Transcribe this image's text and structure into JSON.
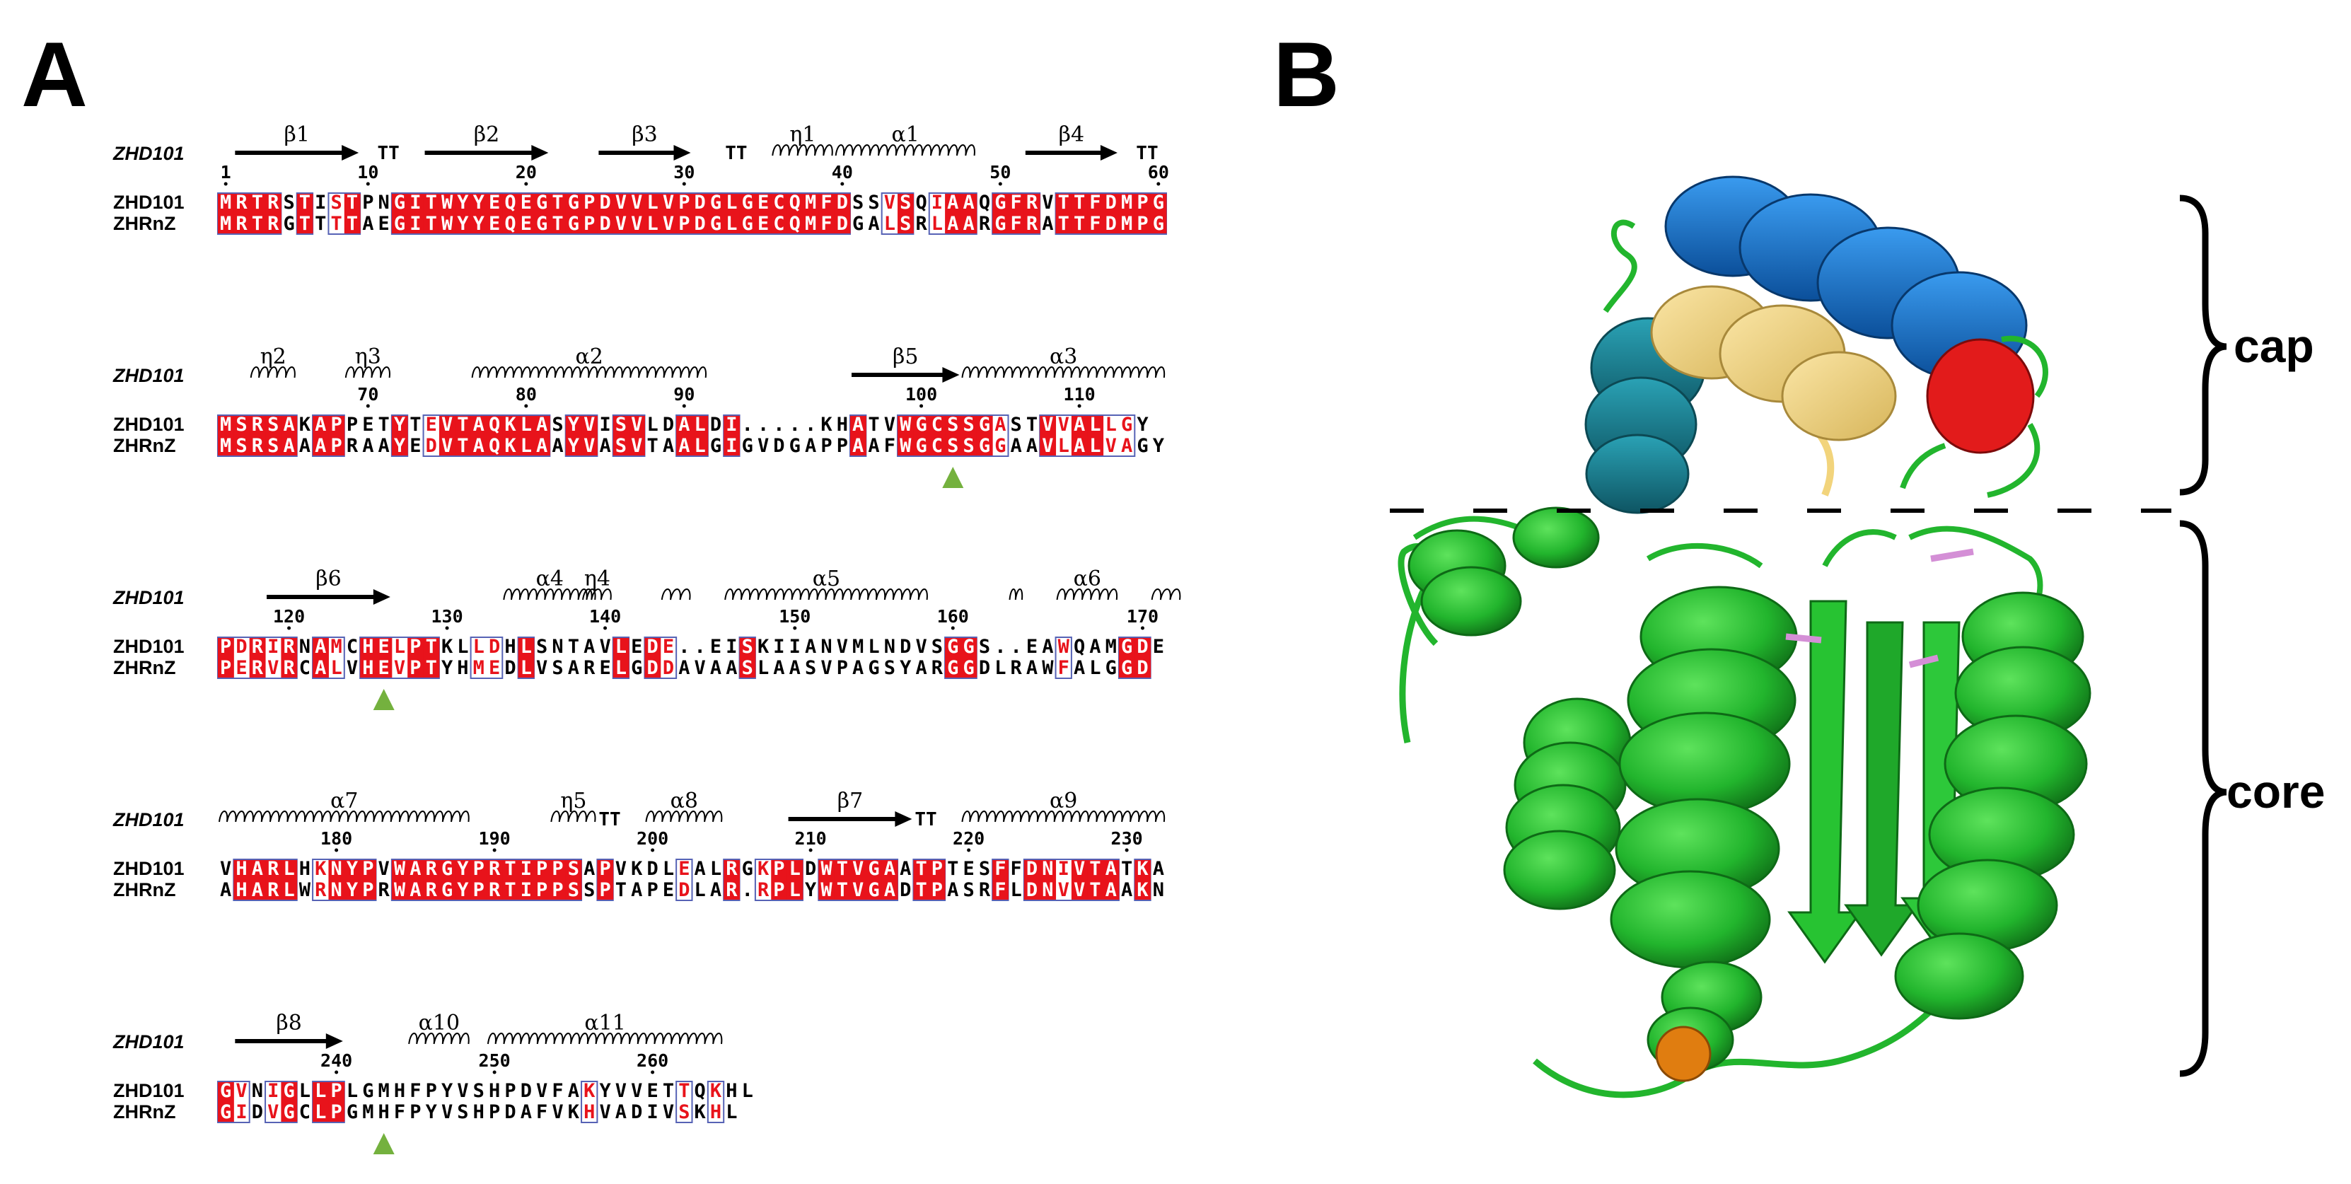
{
  "figure": {
    "panel_a": "A",
    "panel_b": "B",
    "ref_name": "ZHD101",
    "row_names": [
      "ZHD101",
      "ZHRnZ"
    ],
    "regions": {
      "cap": "cap",
      "core": "core"
    },
    "colors": {
      "conserved_fill": "#e8131b",
      "similar_text": "#e8131b",
      "box_border": "#5662b5",
      "marker": "#74b13e",
      "core_green": "#22b52d",
      "cap_blue": "#1873cc",
      "cap_teal": "#1a8294",
      "cap_yellow": "#f2d47c",
      "cap_red": "#e21b1b",
      "orange": "#e07d10",
      "magenta": "#d48fd6"
    }
  },
  "alignment": {
    "blocks": [
      {
        "start": 1,
        "seqs": [
          "MRTRSTISTPNGITWYYEQEGTGPDVVLVPDGLGECQMFDSSVSQIAAQGFRVTTFDMPG",
          "MRTRGTTTTAEGITWYYEQEGTGPDVVLVPDGLGECQMFDGALSRLAARGFRATTFDMPG"
        ],
        "ticks": [
          {
            "col": 0,
            "label": "1"
          },
          {
            "col": 9,
            "label": "10"
          },
          {
            "col": 19,
            "label": "20"
          },
          {
            "col": 29,
            "label": "30"
          },
          {
            "col": 39,
            "label": "40"
          },
          {
            "col": 49,
            "label": "50"
          },
          {
            "col": 59,
            "label": "60"
          }
        ],
        "ss": [
          {
            "kind": "strand",
            "c0": 1,
            "c1": 8,
            "label": "β1"
          },
          {
            "kind": "tt",
            "c0": 10,
            "c1": 11
          },
          {
            "kind": "strand",
            "c0": 13,
            "c1": 20,
            "label": "β2"
          },
          {
            "kind": "strand",
            "c0": 24,
            "c1": 29,
            "label": "β3"
          },
          {
            "kind": "tt",
            "c0": 32,
            "c1": 33
          },
          {
            "kind": "helix",
            "c0": 35,
            "c1": 38,
            "label": "η1"
          },
          {
            "kind": "helix",
            "c0": 39,
            "c1": 47,
            "label": "α1"
          },
          {
            "kind": "strand",
            "c0": 51,
            "c1": 56,
            "label": "β4"
          },
          {
            "kind": "tt",
            "c0": 58,
            "c1": 59
          }
        ],
        "markers": []
      },
      {
        "start": 61,
        "seqs": [
          "MSRSAKAPPETYTEVTAQKLASYVISVLDALDI.....KHATVWGCSSGASTVVALLGY",
          "MSRSAAAPRAAYEDVTAQKLAAYVASVTAALGIGVDGAPPAAFWGCSSGGAAVLALVAGY"
        ],
        "ticks": [
          {
            "col": 9,
            "label": "70"
          },
          {
            "col": 19,
            "label": "80"
          },
          {
            "col": 29,
            "label": "90"
          },
          {
            "col": 44,
            "label": "100"
          },
          {
            "col": 54,
            "label": "110"
          }
        ],
        "ss": [
          {
            "kind": "helix",
            "c0": 2,
            "c1": 4,
            "label": "η2"
          },
          {
            "kind": "helix",
            "c0": 8,
            "c1": 10,
            "label": "η3"
          },
          {
            "kind": "helix",
            "c0": 16,
            "c1": 30,
            "label": "α2"
          },
          {
            "kind": "strand",
            "c0": 40,
            "c1": 46,
            "label": "β5"
          },
          {
            "kind": "helix",
            "c0": 47,
            "c1": 59,
            "label": "α3"
          }
        ],
        "markers": [
          46
        ]
      },
      {
        "start": 116,
        "seqs": [
          "PDRIRNAMCHELPTKLLDHLSNTAVLEDE..EISKIIANVMLNDVSGGS..EAWQAMGDE",
          "PERVRCALVHEVPTYHMEDLVSARELGDDAVAASLAASVPAGSYARGGDLRAWFALGGD"
        ],
        "ticks": [
          {
            "col": 4,
            "label": "120"
          },
          {
            "col": 14,
            "label": "130"
          },
          {
            "col": 24,
            "label": "140"
          },
          {
            "col": 36,
            "label": "150"
          },
          {
            "col": 46,
            "label": "160"
          },
          {
            "col": 58,
            "label": "170"
          }
        ],
        "ss": [
          {
            "kind": "strand",
            "c0": 3,
            "c1": 10,
            "label": "β6"
          },
          {
            "kind": "helix",
            "c0": 18,
            "c1": 23,
            "label": "α4"
          },
          {
            "kind": "helix",
            "c0": 23,
            "c1": 24,
            "label": "η4"
          },
          {
            "kind": "helix",
            "c0": 28,
            "c1": 29
          },
          {
            "kind": "helix",
            "c0": 32,
            "c1": 44,
            "label": "α5"
          },
          {
            "kind": "helix",
            "c0": 50,
            "c1": 50
          },
          {
            "kind": "helix",
            "c0": 53,
            "c1": 56,
            "label": "α6"
          },
          {
            "kind": "helix",
            "c0": 59,
            "c1": 60
          }
        ],
        "markers": [
          10
        ]
      },
      {
        "start": 173,
        "seqs": [
          "VHARLHKNYPVWARGYPRTIPPSAPVKDLEALRGKPLDWTVGAATPTESFFDNIVTATKA",
          "AHARLWRNYPRWARGYPRTIPPSSPTAPEDLAR.RPLYWTVGADTPASRFLDNVVTAAKN"
        ],
        "ticks": [
          {
            "col": 7,
            "label": "180"
          },
          {
            "col": 17,
            "label": "190"
          },
          {
            "col": 27,
            "label": "200"
          },
          {
            "col": 37,
            "label": "210"
          },
          {
            "col": 47,
            "label": "220"
          },
          {
            "col": 57,
            "label": "230"
          }
        ],
        "ss": [
          {
            "kind": "helix",
            "c0": 0,
            "c1": 15,
            "label": "α7"
          },
          {
            "kind": "helix",
            "c0": 21,
            "c1": 23,
            "label": "η5"
          },
          {
            "kind": "tt",
            "c0": 24,
            "c1": 25
          },
          {
            "kind": "helix",
            "c0": 27,
            "c1": 31,
            "label": "α8"
          },
          {
            "kind": "strand",
            "c0": 36,
            "c1": 43,
            "label": "β7"
          },
          {
            "kind": "tt",
            "c0": 44,
            "c1": 45
          },
          {
            "kind": "helix",
            "c0": 47,
            "c1": 59,
            "label": "α9"
          }
        ],
        "markers": []
      },
      {
        "start": 233,
        "seqs": [
          "GVNIGLLPLGMHFPYVSHPDVFAKYVVETTQKHL",
          "GIDVGCLPGMHFPYVSHPDAFVKHVADIVSKHL"
        ],
        "ticks": [
          {
            "col": 7,
            "label": "240"
          },
          {
            "col": 17,
            "label": "250"
          },
          {
            "col": 27,
            "label": "260"
          }
        ],
        "ss": [
          {
            "kind": "strand",
            "c0": 1,
            "c1": 7,
            "label": "β8"
          },
          {
            "kind": "helix",
            "c0": 12,
            "c1": 15,
            "label": "α10"
          },
          {
            "kind": "helix",
            "c0": 17,
            "c1": 31,
            "label": "α11"
          }
        ],
        "markers": [
          10
        ]
      }
    ]
  }
}
